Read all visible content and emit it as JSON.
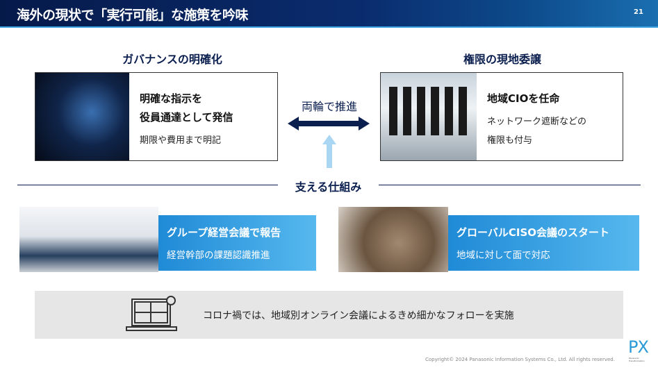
{
  "header": {
    "title": "海外の現状で「実行可能」な施策を吟味",
    "page_number": "21"
  },
  "left": {
    "heading": "ガバナンスの明確化",
    "line1": "明確な指示を",
    "line2": "役員通達として発信",
    "line3": "期限や費用まで明記"
  },
  "right": {
    "heading": "権限の現地委譲",
    "line1": "地域CIOを任命",
    "line2": "ネットワーク遮断などの",
    "line3": "権限も付与"
  },
  "center": {
    "label": "両輪で推進"
  },
  "support": {
    "label": "支える仕組み"
  },
  "box1": {
    "title": "グループ経営会議で報告",
    "sub": "経営幹部の課題認識推進"
  },
  "box2": {
    "title": "グローバルCISO会議のスタート",
    "sub": "地域に対して面で対応"
  },
  "note": {
    "text": "コロナ禍では、地域別オンライン会議によるきめ細かなフォローを実施"
  },
  "footer": {
    "copyright": "Copyright© 2024 Panasonic Information Systems Co., Ltd. All rights reserved.",
    "logo": "PX",
    "logo_sub": "Panasonic Transformation"
  },
  "colors": {
    "navy": "#0b1f4f",
    "blue": "#1f8ad6",
    "gray": "#e6e6e6"
  }
}
